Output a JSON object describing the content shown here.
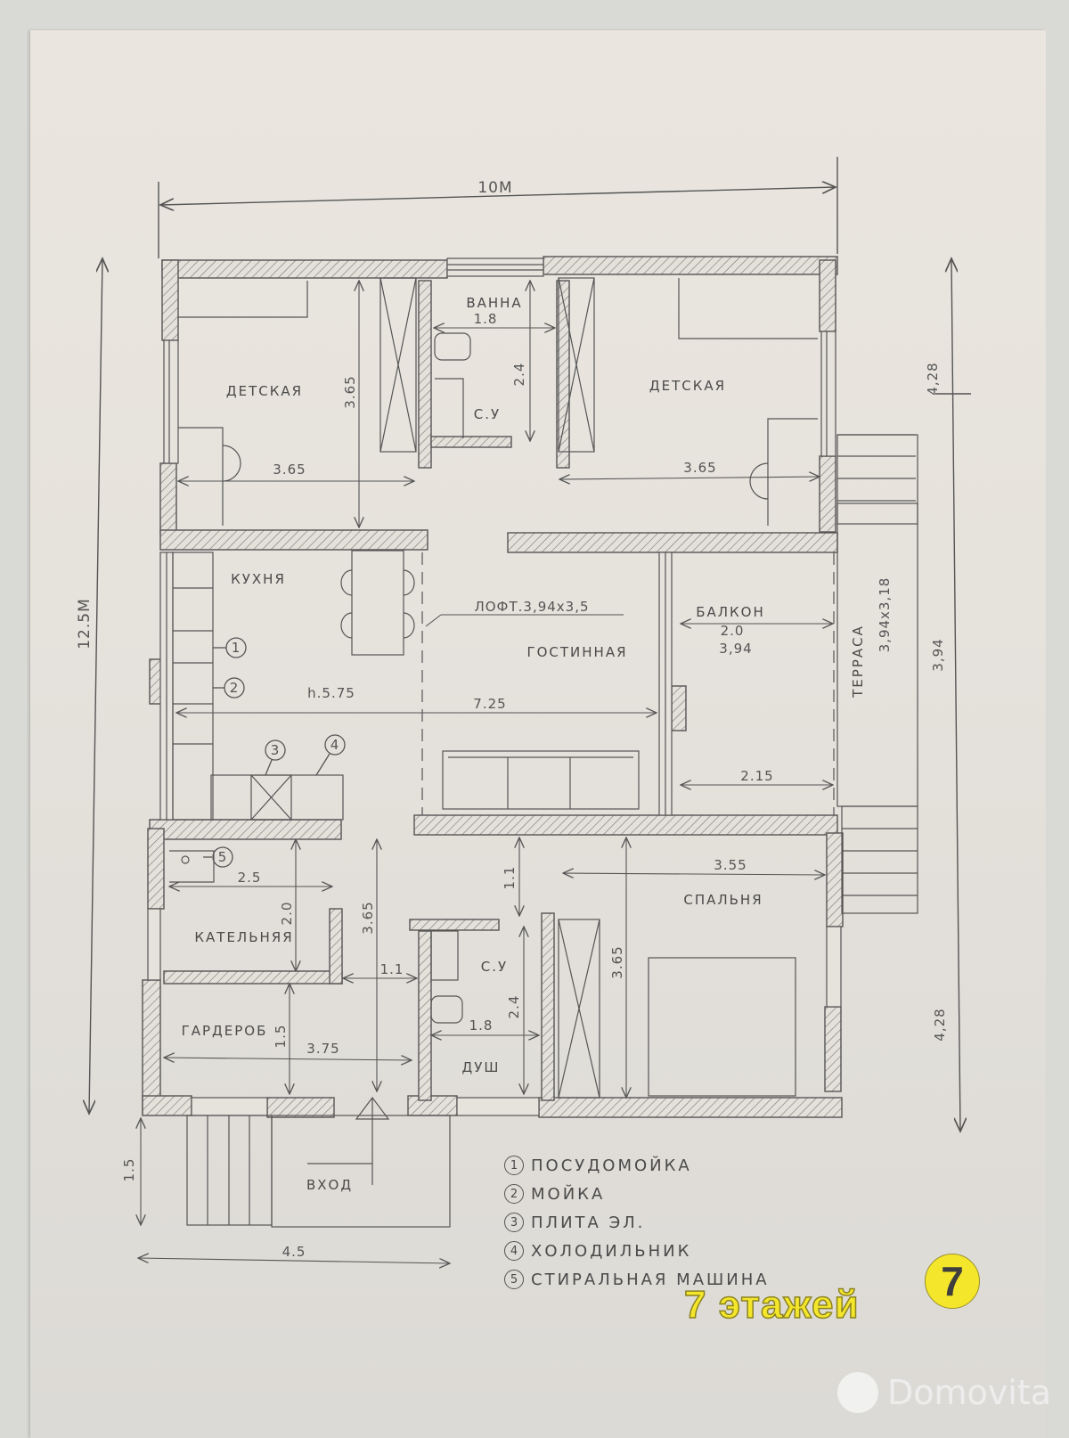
{
  "plan": {
    "overall_width": "10М",
    "overall_length": "12.5М",
    "right_dims": [
      "4,28",
      "3,94",
      "4,28"
    ],
    "entrance_width": "4.5",
    "entrance_depth": "1.5"
  },
  "rooms": {
    "kids_left": {
      "name": "ДЕТСКАЯ",
      "width": "3.65",
      "depth": "3.65"
    },
    "kids_right": {
      "name": "ДЕТСКАЯ",
      "width": "3.65"
    },
    "bath_top": {
      "name": "ВАННА",
      "width": "1.8",
      "depth": "2.4",
      "wc": "С.У"
    },
    "kitchen": {
      "name": "КУХНЯ",
      "ceiling": "h.5.75",
      "length": "7.25"
    },
    "loft": {
      "label": "ЛОФТ.3,94х3,5"
    },
    "living": {
      "name": "ГОСТИННАЯ"
    },
    "balcony": {
      "name": "БАЛКОН",
      "size_a": "2.0",
      "size_b": "3,94",
      "width": "2.15"
    },
    "terrace": {
      "name": "ТЕРРАСА",
      "size": "3,94х3,18"
    },
    "boiler": {
      "name": "КАТЕЛЬНЯЯ",
      "width": "2.5",
      "depth": "2.0"
    },
    "wardrobe": {
      "name": "ГАРДЕРОБ",
      "width": "3.75",
      "depth": "1.5"
    },
    "hall": {
      "depth": "3.65",
      "width": "1.1"
    },
    "bath_bottom": {
      "wc": "С.У",
      "shower": "ДУШ",
      "width": "1.8",
      "depth": "2.4",
      "gap": "1.1"
    },
    "bedroom": {
      "name": "СПАЛЬНЯ",
      "width": "3.55",
      "depth": "3.65"
    },
    "entrance": {
      "name": "ВХОД"
    }
  },
  "markers": [
    "1",
    "2",
    "3",
    "4",
    "5"
  ],
  "legend": [
    {
      "num": "1",
      "label": "ПОСУДОМОЙКА"
    },
    {
      "num": "2",
      "label": "МОЙКА"
    },
    {
      "num": "3",
      "label": "ПЛИТА ЭЛ."
    },
    {
      "num": "4",
      "label": "ХОЛОДИЛЬНИК"
    },
    {
      "num": "5",
      "label": "СТИРАЛЬНАЯ МАШИНА"
    }
  ],
  "watermarks": {
    "seven_floors": "7 этажей",
    "seven_logo": "7",
    "domovita": "Domovita"
  },
  "colors": {
    "paper": "#e8e4de",
    "pencil": "#4a4a4a",
    "watermark_yellow": "#f4e62a"
  }
}
